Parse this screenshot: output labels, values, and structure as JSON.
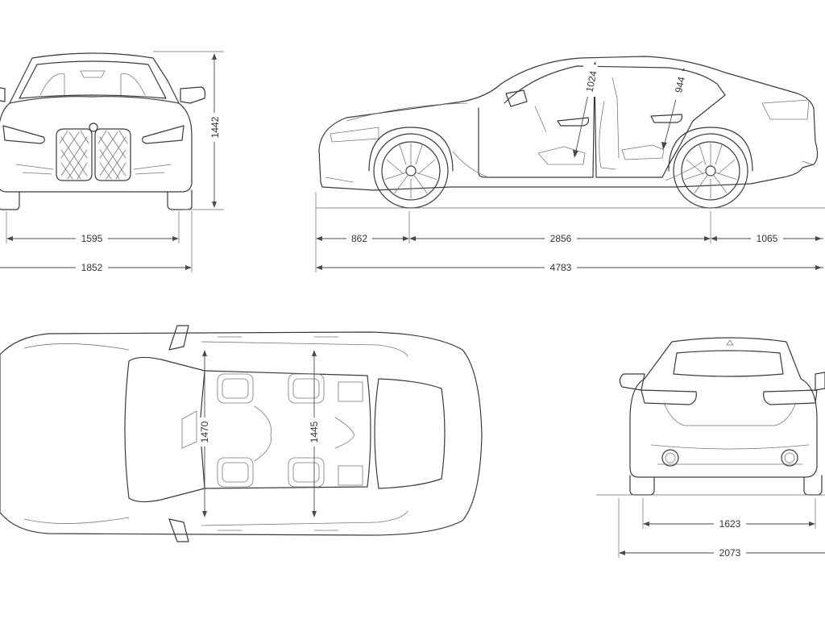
{
  "views": {
    "front": {
      "height_label": "1442",
      "track_label": "1595",
      "width_label": "1852"
    },
    "side": {
      "front_headroom_label": "1024",
      "rear_headroom_label": "944",
      "front_overhang_label": "862",
      "wheelbase_label": "2856",
      "rear_overhang_label": "1065",
      "length_label": "4783"
    },
    "top": {
      "front_shoulder_width_label": "1470",
      "rear_shoulder_width_label": "1445"
    },
    "rear": {
      "rear_track_label": "1623",
      "width_with_mirrors_label": "2073"
    }
  },
  "colors": {
    "line": "#3a3a3a",
    "background": "#ffffff"
  }
}
